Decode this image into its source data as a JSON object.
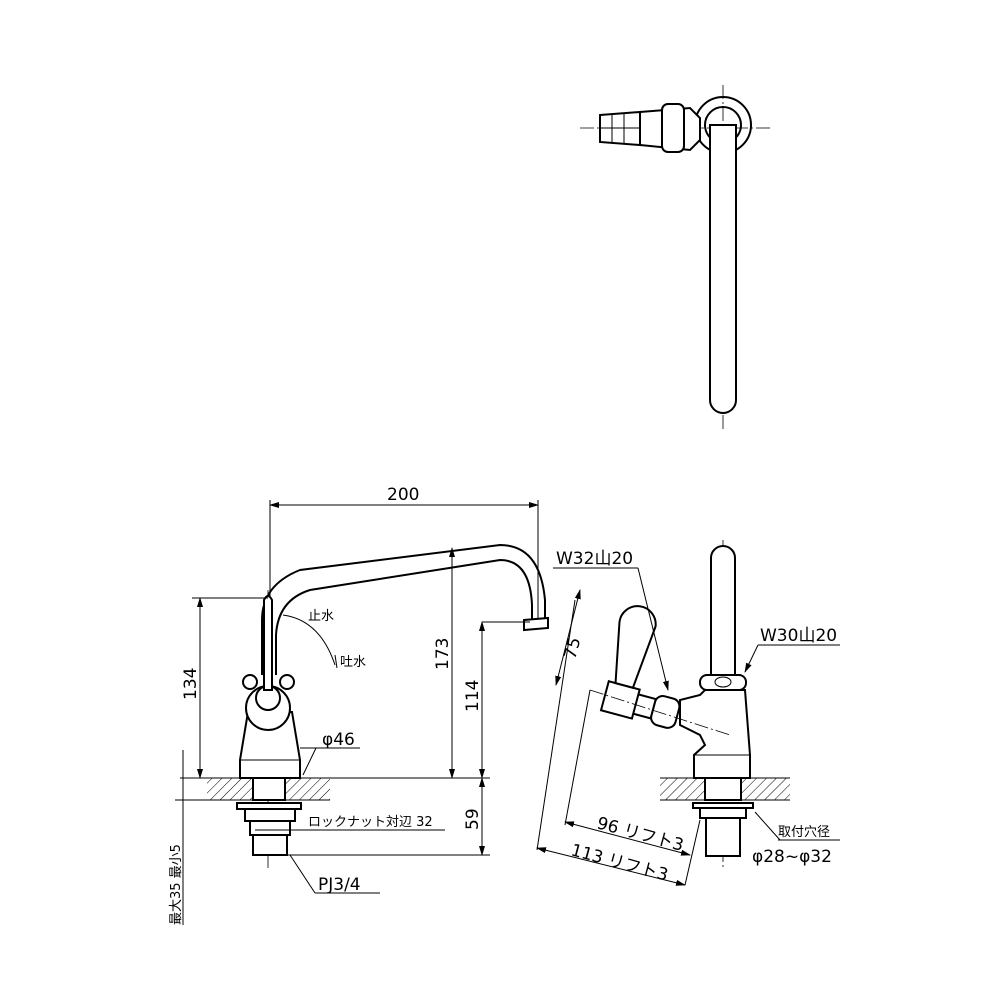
{
  "dimensions": {
    "spout_reach": "200",
    "height_handle": "134",
    "height_total": "173",
    "height_outlet": "114",
    "below_counter": "59",
    "base_diameter": "φ46",
    "handle_length": "75",
    "handle_swing_96": "96 リフト3",
    "handle_swing_113": "113 リフト3",
    "counter_thickness": "最大35 最小5"
  },
  "annotations": {
    "stop": "止水",
    "discharge": "吐水",
    "locknut": "ロックナット対辺 32",
    "pipe_thread": "PJ3/4",
    "handle_thread": "W32山20",
    "spout_thread": "W30山20",
    "mount_hole_label": "取付穴径",
    "mount_hole_range": "φ28~φ32"
  },
  "colors": {
    "line": "#000000",
    "background": "#ffffff"
  }
}
